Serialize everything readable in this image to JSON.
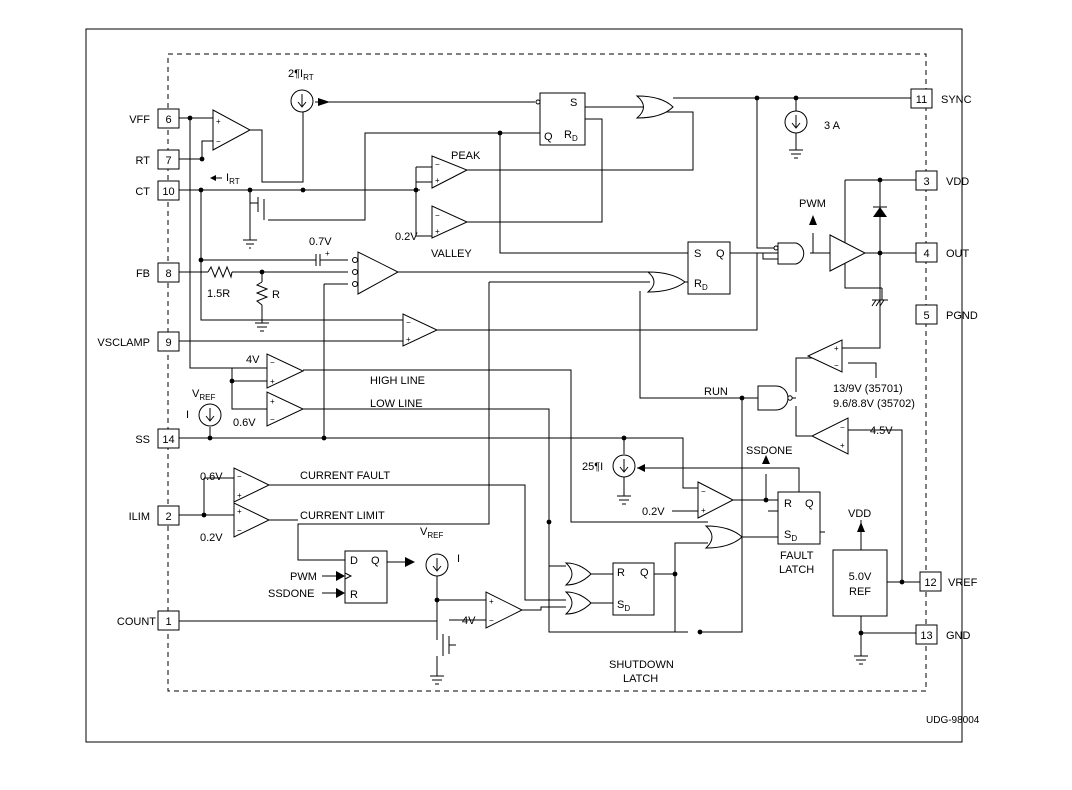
{
  "pins": {
    "vff": "VFF",
    "rt": "RT",
    "ct": "CT",
    "fb": "FB",
    "vsclamp": "VSCLAMP",
    "ss": "SS",
    "ilim": "ILIM",
    "count": "COUNT",
    "sync": "SYNC",
    "vdd": "VDD",
    "out": "OUT",
    "pgnd": "PGND",
    "vref": "VREF",
    "gnd": "GND"
  },
  "pin_numbers": {
    "vff": "6",
    "rt": "7",
    "ct": "10",
    "fb": "8",
    "vsclamp": "9",
    "ss": "14",
    "ilim": "2",
    "count": "1",
    "sync": "11",
    "vdd": "3",
    "out": "4",
    "pgnd": "5",
    "vref": "12",
    "gnd": "13"
  },
  "labels": {
    "two_irt_main": "2¶I",
    "two_irt_sub": "RT",
    "irt_main": "I",
    "irt_sub": "RT",
    "peak": "PEAK",
    "valley": "VALLEY",
    "v02_valley": "0.2V",
    "v07": "0.7V",
    "r15": "1.5R",
    "r": "R",
    "i3a": "3 A",
    "pwm_top": "PWM",
    "run": "RUN",
    "ssdone_top": "SSDONE",
    "uvlo_1": "13/9V (35701)",
    "uvlo_2": "9.6/8.8V (35702)",
    "v45": "4.5V",
    "v4_hl": "4V",
    "high_line": "HIGH LINE",
    "v06_ll": "0.6V",
    "low_line": "LOW LINE",
    "vref_i_main": "V",
    "vref_i_sub": "REF",
    "i_src": "I",
    "i25_main": "25¶I",
    "v06_cf": "0.6V",
    "current_fault": "CURRENT FAULT",
    "v02_cl": "0.2V",
    "current_limit": "CURRENT LIMIT",
    "v02_ssd": "0.2V",
    "fault_latch_1": "FAULT",
    "fault_latch_2": "LATCH",
    "vdd_arrow": "VDD",
    "ref_1": "5.0V",
    "ref_2": "REF",
    "vref_i2_main": "V",
    "vref_i2_sub": "REF",
    "i_src2": "I",
    "pwm_in": "PWM",
    "ssdone_in": "SSDONE",
    "v4_count": "4V",
    "shutdown_1": "SHUTDOWN",
    "shutdown_2": "LATCH",
    "fig_id": "UDG-98004"
  },
  "latch_pins": {
    "S": "S",
    "Q": "Q",
    "R": "R",
    "D": "D",
    "Rd_main": "R",
    "Rd_sub": "D",
    "Sd_main": "S",
    "Sd_sub": "D"
  },
  "signs": {
    "plus": "+",
    "minus": "−"
  }
}
